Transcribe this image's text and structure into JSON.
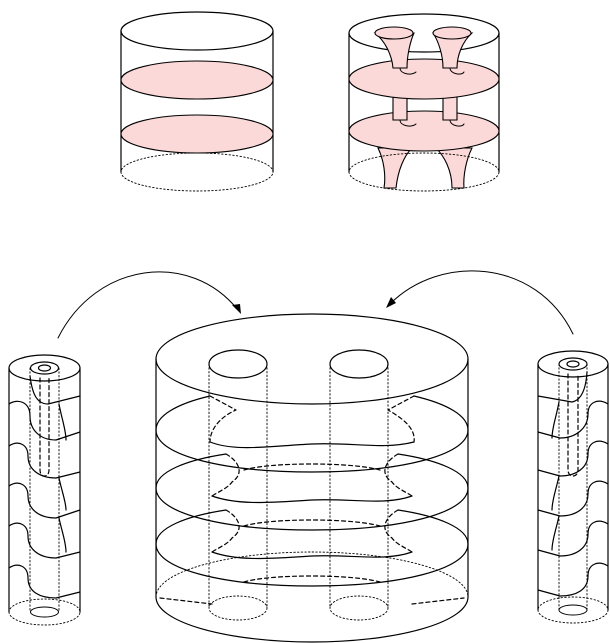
{
  "diagram": {
    "colors": {
      "stroke": "#000000",
      "disc_fill": "#fcd9d9",
      "background": "#ffffff"
    },
    "panels": [
      "cylinder-with-two-discs",
      "cylinder-with-discs-joined-by-tubes",
      "left-helical-tube",
      "large-cylinder-with-spiral-sheets",
      "right-helical-tube"
    ],
    "arrows": [
      {
        "from": "left-helical-tube",
        "to": "large-cylinder-with-spiral-sheets"
      },
      {
        "from": "right-helical-tube",
        "to": "large-cylinder-with-spiral-sheets"
      }
    ]
  }
}
